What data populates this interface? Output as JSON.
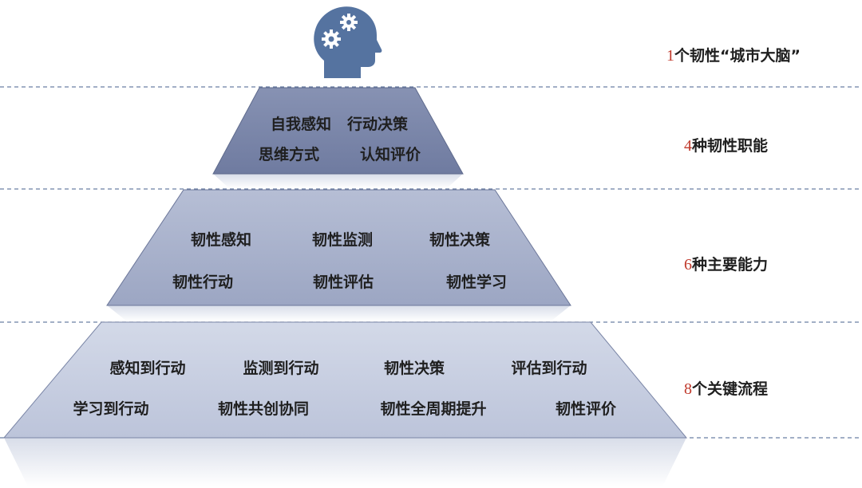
{
  "apex": {
    "icon": "head-gears-icon"
  },
  "tiers": [
    {
      "items": [
        "自我感知",
        "行动决策",
        "思维方式",
        "认知评价"
      ]
    },
    {
      "items": [
        "韧性感知",
        "韧性监测",
        "韧性决策",
        "韧性行动",
        "韧性评估",
        "韧性学习"
      ]
    },
    {
      "items": [
        "感知到行动",
        "监测到行动",
        "韧性决策",
        "评估到行动",
        "学习到行动",
        "韧性共创协同",
        "韧性全周期提升",
        "韧性评价"
      ]
    }
  ],
  "labels": [
    {
      "num": "1",
      "text": "个韧性“城市大脑”"
    },
    {
      "num": "4",
      "text": "种韧性职能"
    },
    {
      "num": "6",
      "text": "种主要能力"
    },
    {
      "num": "8",
      "text": "个关键流程"
    }
  ],
  "colors": {
    "accent": "#c0392b",
    "tier1": "#7a86a9",
    "tier2": "#aab3cc",
    "tier3": "#c9d0e1",
    "icon": "#5573a0",
    "divider": "#6b7fa4"
  }
}
